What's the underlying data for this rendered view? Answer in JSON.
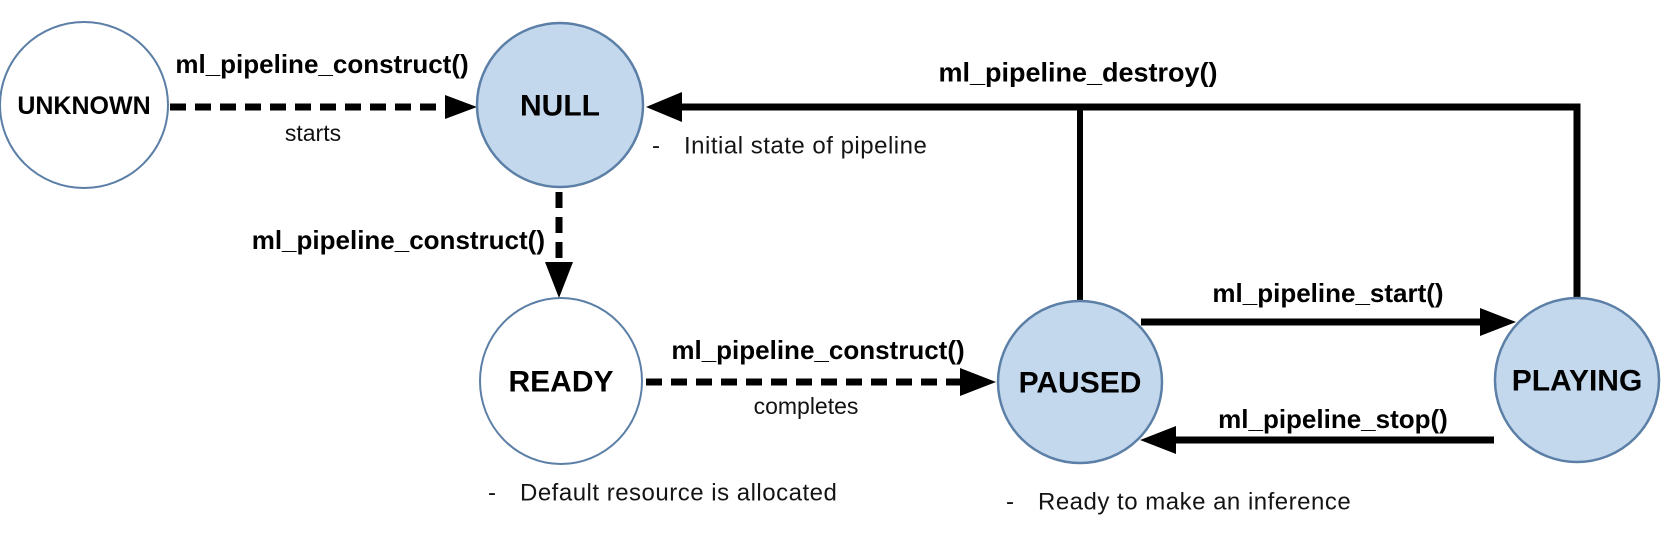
{
  "colors": {
    "background": "#ffffff",
    "state_fill_active": "#C4D8ED",
    "state_fill_plain": "#FFFFFF",
    "state_border": "#5B7FA6",
    "edge_color": "#000000",
    "label_color": "#000000",
    "note_color": "#141414"
  },
  "states": {
    "unknown": {
      "label": "UNKNOWN"
    },
    "null": {
      "label": "NULL"
    },
    "ready": {
      "label": "READY"
    },
    "paused": {
      "label": "PAUSED"
    },
    "playing": {
      "label": "PLAYING"
    }
  },
  "transitions": {
    "unknown_to_null": {
      "label": "ml_pipeline_construct()",
      "sublabel": "starts",
      "style": "dashed",
      "from": "UNKNOWN",
      "to": "NULL"
    },
    "null_to_ready": {
      "label": "ml_pipeline_construct()",
      "style": "dashed",
      "from": "NULL",
      "to": "READY"
    },
    "ready_to_paused": {
      "label": "ml_pipeline_construct()",
      "sublabel": "completes",
      "style": "dashed",
      "from": "READY",
      "to": "PAUSED"
    },
    "paused_to_playing": {
      "label": "ml_pipeline_start()",
      "style": "solid",
      "from": "PAUSED",
      "to": "PLAYING"
    },
    "playing_to_paused": {
      "label": "ml_pipeline_stop()",
      "style": "solid",
      "from": "PLAYING",
      "to": "PAUSED"
    },
    "destroy_to_null": {
      "label": "ml_pipeline_destroy()",
      "style": "solid",
      "from": "PAUSED, PLAYING",
      "to": "NULL"
    }
  },
  "notes": {
    "null_note": {
      "bullet": "-",
      "text": "Initial state of pipeline"
    },
    "ready_note": {
      "bullet": "-",
      "text": "Default resource is allocated"
    },
    "paused_note": {
      "bullet": "-",
      "text": "Ready to make an inference"
    }
  }
}
